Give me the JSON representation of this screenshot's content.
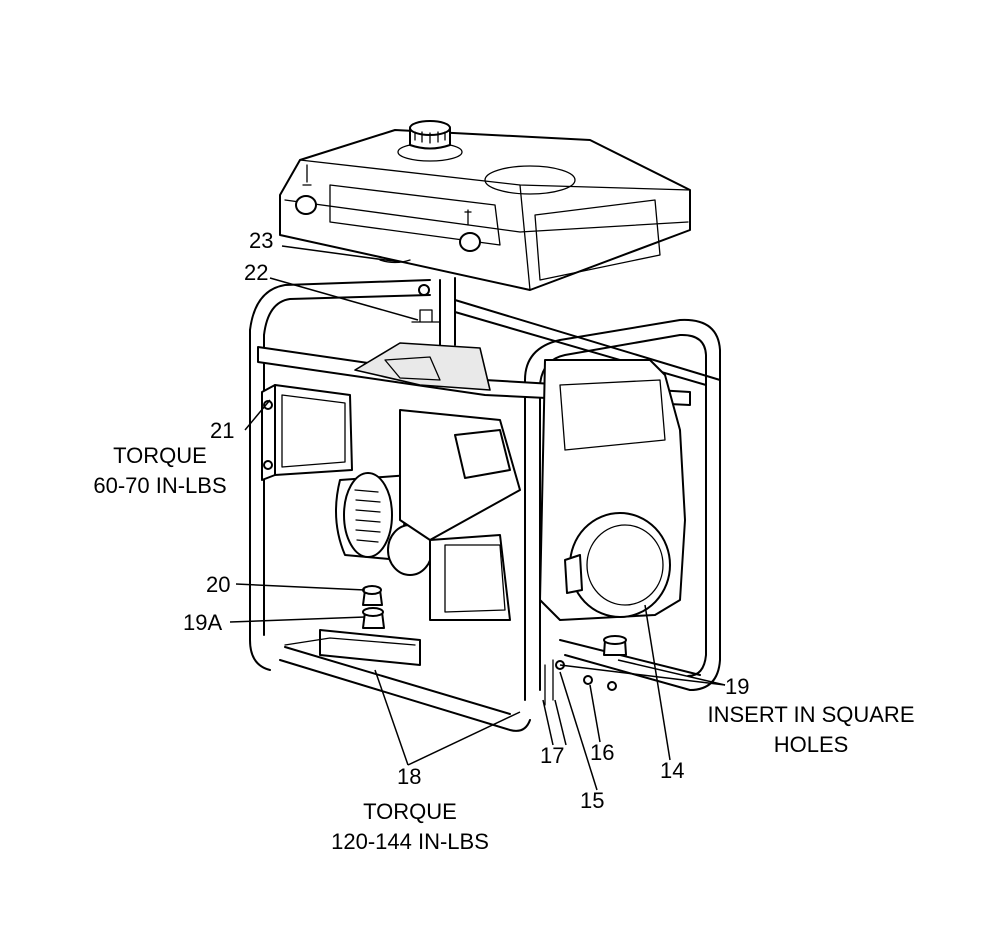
{
  "callouts": {
    "c14": "14",
    "c15": "15",
    "c16": "16",
    "c17": "17",
    "c18": "18",
    "c19": "19",
    "c19a": "19A",
    "c20": "20",
    "c21": "21",
    "c22": "22",
    "c23": "23"
  },
  "notes": {
    "torque_top_line1": "TORQUE",
    "torque_top_line2": "60-70 IN-LBS",
    "torque_bottom_line1": "TORQUE",
    "torque_bottom_line2": "120-144 IN-LBS",
    "insert_line1": "INSERT IN SQUARE",
    "insert_line2": "HOLES"
  }
}
